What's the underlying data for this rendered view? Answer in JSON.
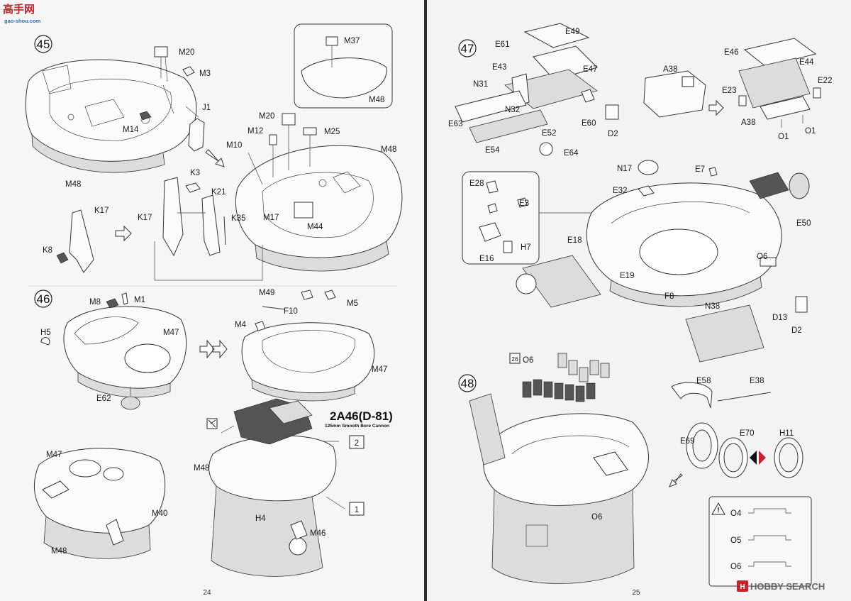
{
  "watermark_top": {
    "hanzi": "高手网",
    "url": "gao-shou.com"
  },
  "watermark_bottom": {
    "text": "HOBBY SEARCH"
  },
  "left_page": {
    "page_number": "24",
    "steps": [
      {
        "num": "45",
        "labels": [
          "M20",
          "M3",
          "J1",
          "M14",
          "M48",
          "M37",
          "M48",
          "M20",
          "M12",
          "M25",
          "M10",
          "M48",
          "K3",
          "K21",
          "K17",
          "K17",
          "K35",
          "K8",
          "M17",
          "M44"
        ]
      },
      {
        "num": "46",
        "labels": [
          "M8",
          "M1",
          "H5",
          "M47",
          "E62",
          "M49",
          "F10",
          "M5",
          "M4",
          "M47"
        ]
      }
    ],
    "cannon_title": "2A46(D-81)",
    "cannon_subtitle": "125mm Smooth Bore Cannon",
    "sub_labels": [
      "M47",
      "M40",
      "M48",
      "M48",
      "H4",
      "M46"
    ],
    "callouts": [
      "2",
      "1"
    ]
  },
  "right_page": {
    "page_number": "25",
    "steps": [
      {
        "num": "47",
        "labels": [
          "E61",
          "E49",
          "E43",
          "E47",
          "N31",
          "N32",
          "E63",
          "E52",
          "E60",
          "D2",
          "E54",
          "E64",
          "A38",
          "E46",
          "E44",
          "E23",
          "E22",
          "A38",
          "O1",
          "O1"
        ]
      },
      {
        "num": "48",
        "labels": [
          "O6",
          "E58",
          "E38",
          "E69",
          "E70",
          "H11",
          "O6"
        ]
      }
    ],
    "detail_labels": [
      "E28",
      "E3",
      "H7",
      "E16"
    ],
    "turret_labels": [
      "N17",
      "E7",
      "E32",
      "E50",
      "E18",
      "O6",
      "E19",
      "F8",
      "N38",
      "D13",
      "D2"
    ],
    "ref_tag": "26",
    "legend": {
      "items": [
        "O4",
        "O5",
        "O6"
      ]
    }
  }
}
